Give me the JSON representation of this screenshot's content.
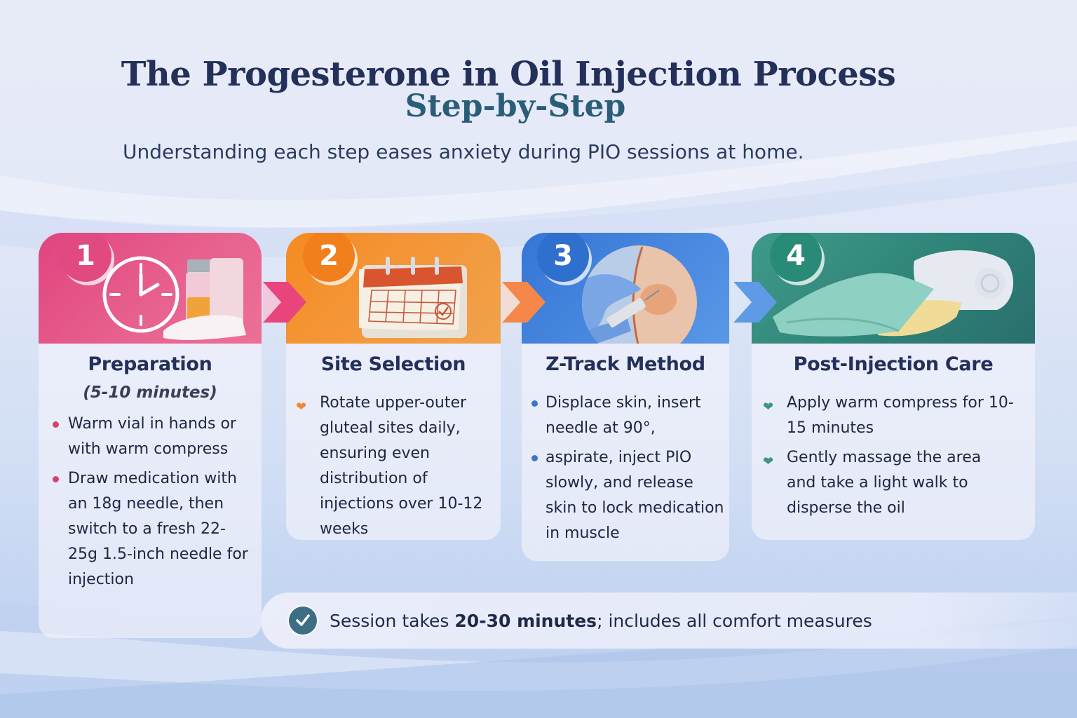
{
  "header": {
    "title": "The Progesterone in Oil Injection Process",
    "subtitle": "Step-by-Step",
    "tagline": "Understanding each step eases anxiety during PIO sessions at home."
  },
  "colors": {
    "step1": "#e2407c",
    "step2": "#f28a2a",
    "step3": "#3a7ed8",
    "step4": "#2e8a7a",
    "title": "#23305a",
    "subtitle": "#2a5d78",
    "check": "#3c6e86"
  },
  "steps": [
    {
      "number": "1",
      "title": "Preparation",
      "duration": "(5-10 minutes)",
      "icon": "clock-vial-towel-icon",
      "bullet_style": "dot",
      "bullets": [
        "Warm vial in hands or with warm compress",
        "Draw medication with an 18g needle, then switch to a fresh 22-25g 1.5-inch needle for injection"
      ]
    },
    {
      "number": "2",
      "title": "Site Selection",
      "icon": "calendar-check-icon",
      "bullet_style": "heart",
      "bullets": [
        "Rotate upper-outer gluteal sites daily, ensuring even distribution of injections over 10-12 weeks"
      ]
    },
    {
      "number": "3",
      "title": "Z-Track Method",
      "icon": "gloved-hand-syringe-icon",
      "bullet_style": "dot",
      "bullets": [
        "Displace skin, insert needle at 90°,",
        "aspirate, inject PIO slowly, and release skin to lock medication in muscle"
      ]
    },
    {
      "number": "4",
      "title": "Post-Injection Care",
      "icon": "warm-compress-towel-icon",
      "bullet_style": "heart",
      "bullets": [
        "Apply warm compress for 10-15 minutes",
        "Gently massage the area and take a light walk to disperse the oil"
      ]
    }
  ],
  "footer": {
    "prefix": "Session takes ",
    "bold": "20-30 minutes",
    "suffix": "; includes all comfort measures",
    "icon": "check-circle-icon"
  }
}
